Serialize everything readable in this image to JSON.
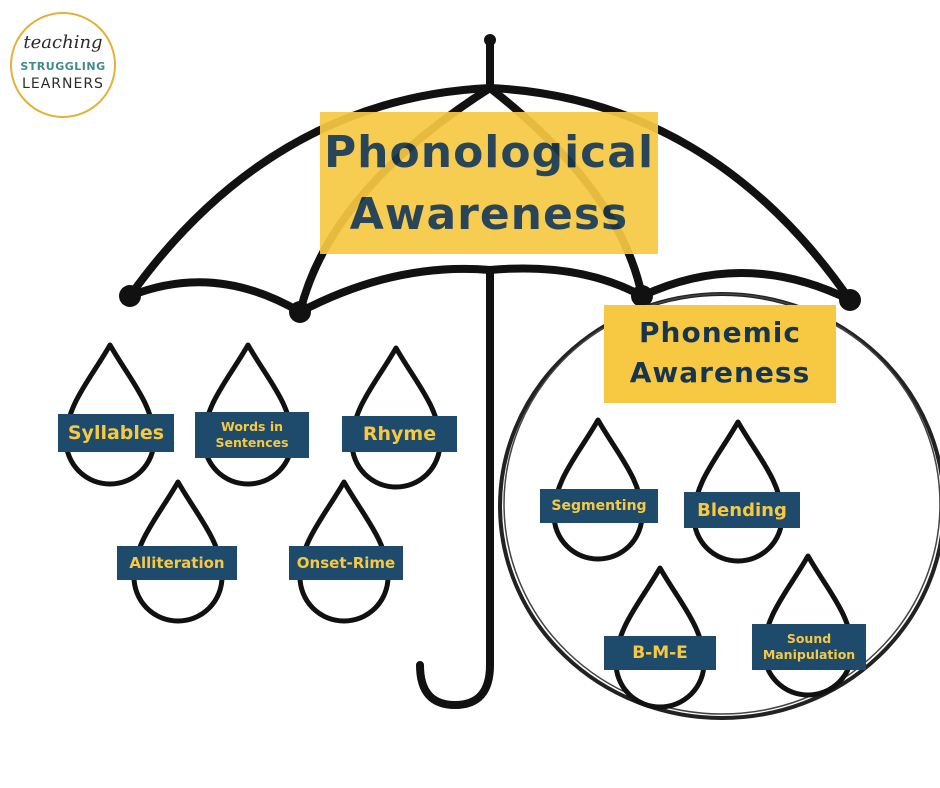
{
  "logo": {
    "line1": "teaching",
    "line2": "STRUGGLING",
    "line3": "LEARNERS"
  },
  "umbrella": {
    "title_line1": "Phonological",
    "title_line2": "Awareness"
  },
  "phonemic": {
    "title_line1": "Phonemic",
    "title_line2": "Awareness"
  },
  "phonological_skills": [
    "Syllables",
    "Words in Sentences",
    "Rhyme",
    "Alliteration",
    "Onset-Rime"
  ],
  "phonemic_skills": [
    "Segmenting",
    "Blending",
    "B-M-E",
    "Sound Manipulation"
  ],
  "colors": {
    "yellow": "#f7c943",
    "navy": "#1e4a6b",
    "text_dark": "#17364d",
    "stroke": "#111111"
  }
}
